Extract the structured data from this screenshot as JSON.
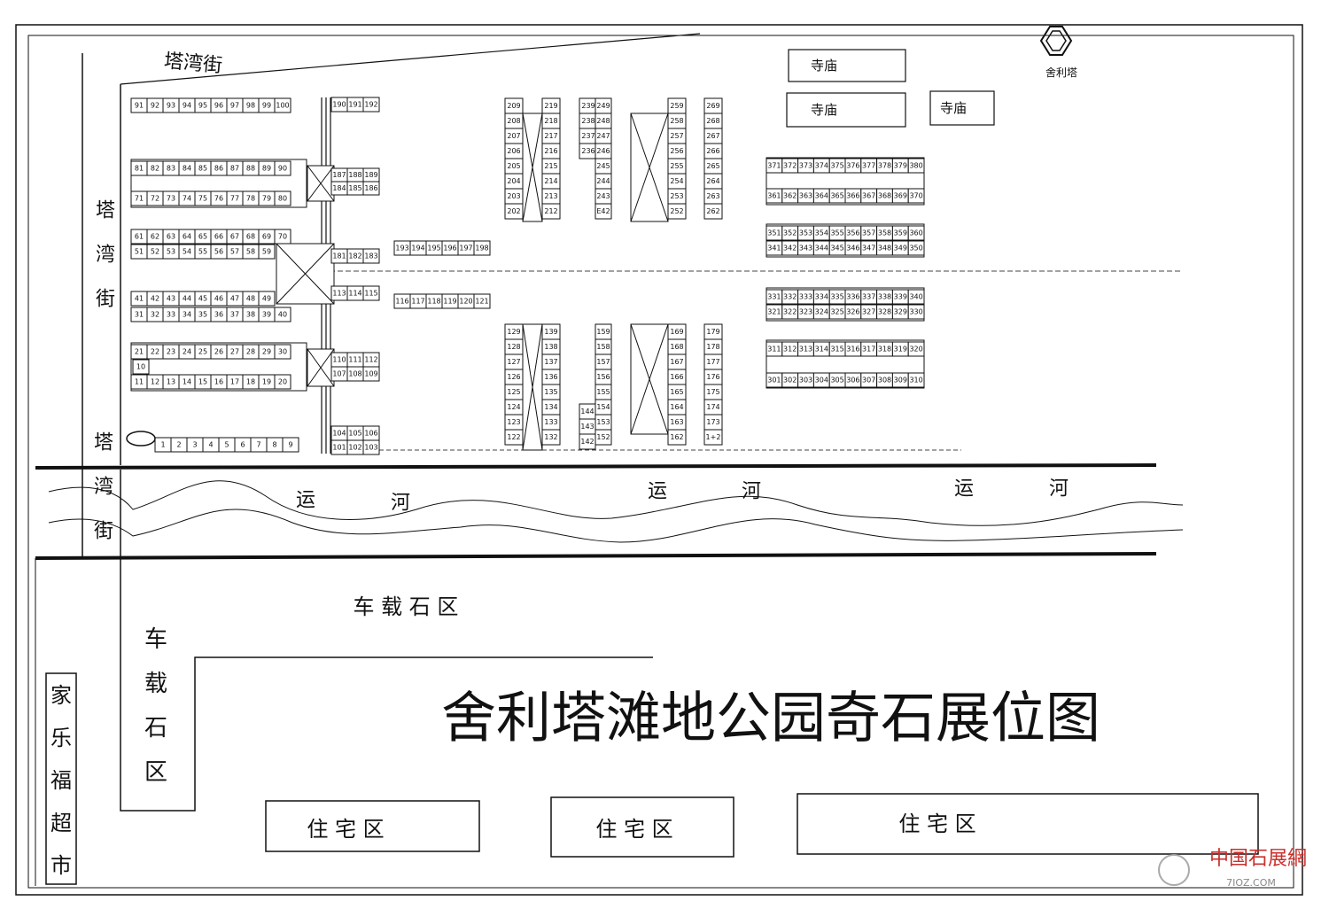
{
  "title": "舍利塔滩地公园奇石展位图",
  "streets": {
    "top": "塔湾街",
    "left_upper": "塔湾街",
    "left_lower": "塔湾街"
  },
  "pagoda_label": "舍利塔",
  "temples": [
    "寺庙",
    "寺庙",
    "寺庙"
  ],
  "river_labels": [
    "运",
    "河",
    "运",
    "河",
    "运",
    "河"
  ],
  "zones": {
    "stone_h": "车 载 石 区",
    "stone_v": "车载石区",
    "supermarket": "家乐福超市",
    "residential": [
      "住 宅 区",
      "住 宅 区",
      "住 宅 区"
    ]
  },
  "watermark": {
    "name": "中国石展網",
    "url": "7IOZ.COM"
  },
  "booths": {
    "row_91_100": [
      "91",
      "92",
      "93",
      "94",
      "95",
      "96",
      "97",
      "98",
      "99",
      "100"
    ],
    "row_81_90": [
      "81",
      "82",
      "83",
      "84",
      "85",
      "86",
      "87",
      "88",
      "89",
      "90"
    ],
    "row_71_80": [
      "71",
      "72",
      "73",
      "74",
      "75",
      "76",
      "77",
      "78",
      "79",
      "80"
    ],
    "row_61_70": [
      "61",
      "62",
      "63",
      "64",
      "65",
      "66",
      "67",
      "68",
      "69",
      "70"
    ],
    "row_51_60": [
      "51",
      "52",
      "53",
      "54",
      "55",
      "56",
      "57",
      "58",
      "59"
    ],
    "row_41_49": [
      "41",
      "42",
      "43",
      "44",
      "45",
      "46",
      "47",
      "48",
      "49"
    ],
    "row_31_40": [
      "31",
      "32",
      "33",
      "34",
      "35",
      "36",
      "37",
      "38",
      "39",
      "40"
    ],
    "row_21_30": [
      "21",
      "22",
      "23",
      "24",
      "25",
      "26",
      "27",
      "28",
      "29",
      "30"
    ],
    "row_11_20": [
      "11",
      "12",
      "13",
      "14",
      "15",
      "16",
      "17",
      "18",
      "19",
      "20"
    ],
    "row_10": [
      "10"
    ],
    "row_1_9": [
      "1",
      "2",
      "3",
      "4",
      "5",
      "6",
      "7",
      "8",
      "9"
    ],
    "mid_190": [
      "190",
      "191",
      "192"
    ],
    "mid_187": [
      "187",
      "188",
      "189"
    ],
    "mid_184": [
      "184",
      "185",
      "186"
    ],
    "mid_181": [
      "181",
      "182",
      "183"
    ],
    "mid_113": [
      "113",
      "114",
      "115"
    ],
    "mid_110": [
      "110",
      "111",
      "112"
    ],
    "mid_107": [
      "107",
      "108",
      "109"
    ],
    "mid_104": [
      "104",
      "105",
      "106"
    ],
    "mid_101": [
      "101",
      "102",
      "103"
    ],
    "row_193": [
      "193",
      "194",
      "195",
      "196",
      "197",
      "198"
    ],
    "row_116": [
      "116",
      "117",
      "118",
      "119",
      "120",
      "121"
    ],
    "col_209": [
      "209",
      "208",
      "207",
      "206",
      "205",
      "204",
      "203",
      "202"
    ],
    "col_219": [
      "219",
      "218",
      "217",
      "216",
      "215",
      "214",
      "213",
      "212"
    ],
    "col_239": [
      "239",
      "238",
      "237",
      "236"
    ],
    "col_249": [
      "249",
      "248",
      "247",
      "246",
      "245",
      "244",
      "243",
      "E42"
    ],
    "col_259": [
      "259",
      "258",
      "257",
      "256",
      "255",
      "254",
      "253",
      "252"
    ],
    "col_269": [
      "269",
      "268",
      "267",
      "266",
      "265",
      "264",
      "263",
      "262"
    ],
    "col_129": [
      "129",
      "128",
      "127",
      "126",
      "125",
      "124",
      "123",
      "122"
    ],
    "col_139": [
      "139",
      "138",
      "137",
      "136",
      "135",
      "134",
      "133",
      "132"
    ],
    "col_149": [
      "144",
      "143",
      "142"
    ],
    "col_159": [
      "159",
      "158",
      "157",
      "156",
      "155",
      "154",
      "153",
      "152"
    ],
    "col_169": [
      "169",
      "168",
      "167",
      "166",
      "165",
      "164",
      "163",
      "162"
    ],
    "col_179": [
      "179",
      "178",
      "177",
      "176",
      "175",
      "174",
      "173",
      "1+2"
    ],
    "r371": [
      "371",
      "372",
      "373",
      "374",
      "375",
      "376",
      "377",
      "378",
      "379",
      "380"
    ],
    "r361": [
      "361",
      "362",
      "363",
      "364",
      "365",
      "366",
      "367",
      "368",
      "369",
      "370"
    ],
    "r351": [
      "351",
      "352",
      "353",
      "354",
      "355",
      "356",
      "357",
      "358",
      "359",
      "360"
    ],
    "r341": [
      "341",
      "342",
      "343",
      "344",
      "345",
      "346",
      "347",
      "348",
      "349",
      "350"
    ],
    "r331": [
      "331",
      "332",
      "333",
      "334",
      "335",
      "336",
      "337",
      "338",
      "339",
      "340"
    ],
    "r321": [
      "321",
      "322",
      "323",
      "324",
      "325",
      "326",
      "327",
      "328",
      "329",
      "330"
    ],
    "r311": [
      "311",
      "312",
      "313",
      "314",
      "315",
      "316",
      "317",
      "318",
      "319",
      "320"
    ],
    "r301": [
      "301",
      "302",
      "303",
      "304",
      "305",
      "306",
      "307",
      "308",
      "309",
      "310"
    ]
  }
}
